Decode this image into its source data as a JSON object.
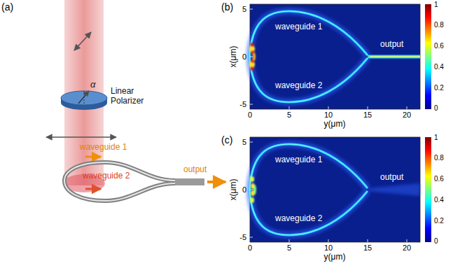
{
  "diagram": {
    "labels": [
      "(a)",
      "α",
      "Linear Polarizer",
      "waveguide 1",
      "waveguide 2",
      "output",
      "(b)",
      "waveguide 1",
      "waveguide 2",
      "output",
      "x(μm)",
      "y(μm)",
      "5",
      "0",
      "-5",
      "0",
      "5",
      "10",
      "15",
      "20",
      "1",
      "0.8",
      "0.6",
      "0.4",
      "0.2",
      "0",
      "(c)",
      "waveguide 1",
      "waveguide 2",
      "output",
      "x(μm)",
      "y(μm)",
      "5",
      "0",
      "-5",
      "0",
      "5",
      "10",
      "15",
      "20",
      "1",
      "0.8",
      "0.6",
      "0.4",
      "0.2",
      "0"
    ]
  }
}
